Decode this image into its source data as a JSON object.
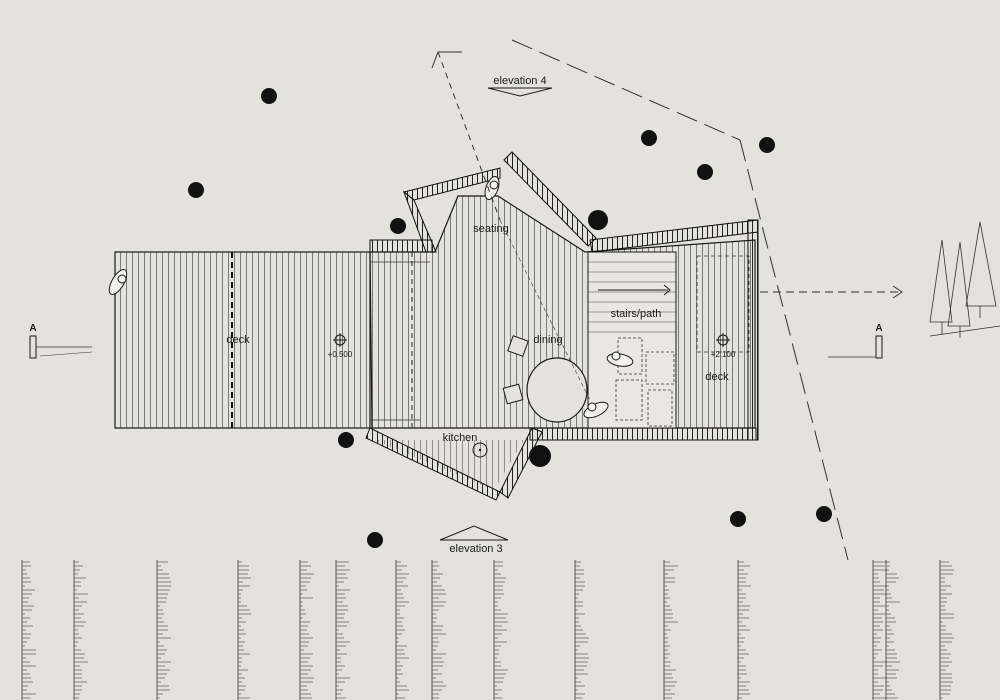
{
  "plan": {
    "labels": {
      "elevation_top": "elevation 4",
      "elevation_bottom": "elevation 3",
      "seating": "seating",
      "deck_west": "deck",
      "dining": "dining",
      "stairs": "stairs/path",
      "deck_east": "deck",
      "kitchen": "kitchen",
      "level_west": "+0.500",
      "level_east": "+2.100",
      "section_left": "A",
      "section_right": "A"
    },
    "colors": {
      "background": "#e4e2df",
      "ink": "#1a1a1a",
      "wall_fill": "#f2f1ee"
    }
  }
}
